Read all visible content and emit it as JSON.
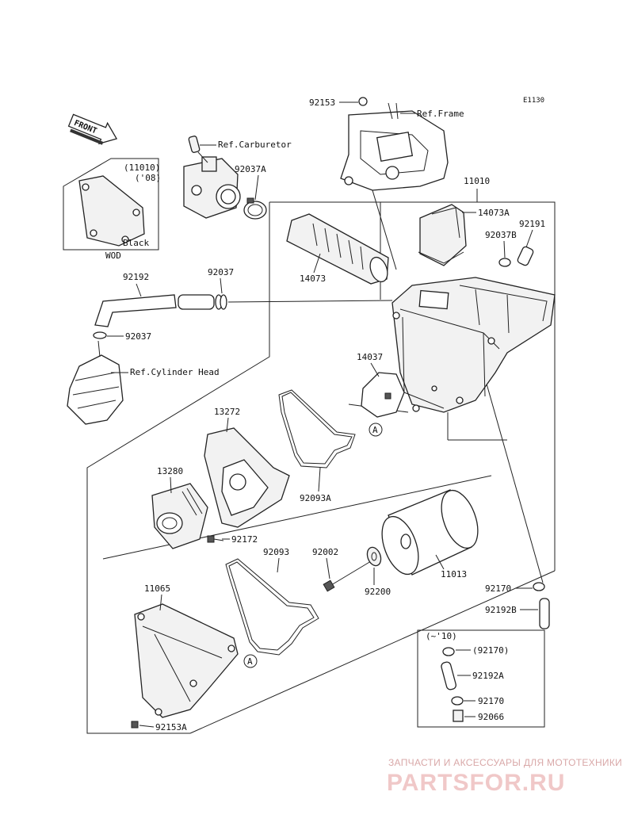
{
  "diagram_code": "E1130",
  "front_label": "FRONT",
  "labels": {
    "p92153": "92153",
    "ref_frame": "Ref.Frame",
    "ref_carburetor": "Ref.Carburetor",
    "p92037A": "92037A",
    "p11010_top": "11010",
    "p11010_inset": "(11010)",
    "year_08": "('08)",
    "black": "Black",
    "wod": "WOD",
    "p14073A": "14073A",
    "p92191": "92191",
    "p92037B": "92037B",
    "p92192": "92192",
    "p92037_top": "92037",
    "p14073": "14073",
    "p92037_mid": "92037",
    "ref_cyl_head": "Ref.Cylinder Head",
    "p14037": "14037",
    "p13272": "13272",
    "callout_a": "A",
    "p13280": "13280",
    "p92093A": "92093A",
    "p92172": "92172",
    "p92093": "92093",
    "p92002": "92002",
    "p11013": "11013",
    "p92200": "92200",
    "p11065": "11065",
    "p92170": "92170",
    "p92192B": "92192B",
    "p92153A": "92153A",
    "inset_years": "(~'10)",
    "inset_92170_paren": "(92170)",
    "inset_92192A": "92192A",
    "inset_92170": "92170",
    "inset_92066": "92066"
  },
  "watermark": {
    "top": "ЗАПЧАСТИ И АКСЕССУАРЫ ДЛЯ МОТОТЕХНИКИ",
    "brand": "PARTSFOR.RU"
  }
}
